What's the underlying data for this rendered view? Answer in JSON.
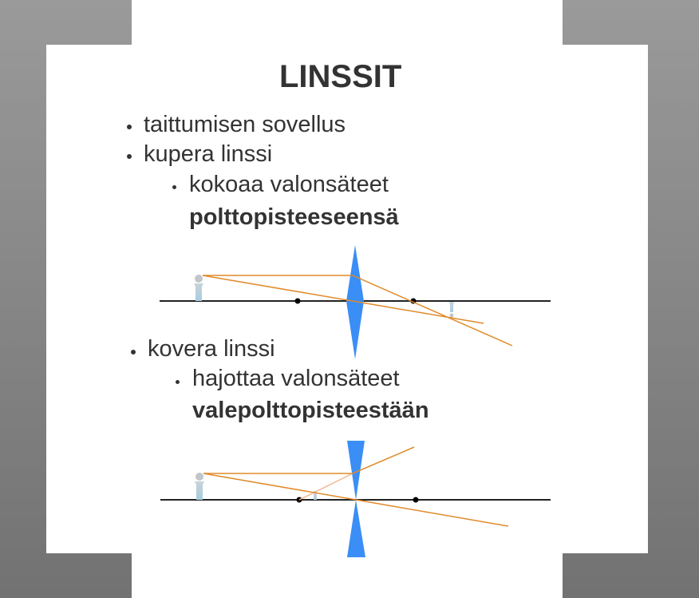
{
  "title": "LINSSIT",
  "bullets": {
    "b1": "taittumisen sovellus",
    "b2": "kupera linssi",
    "b2_sub": "kokoaa valonsäteet",
    "b2_sub_bold": "polttopisteeseensä",
    "b3": "kovera linssi",
    "b3_sub": "hajottaa valonsäteet",
    "b3_sub_bold": "valepolttopisteestään"
  },
  "colors": {
    "lens": "#3a8ef5",
    "ray": "#e08a2a",
    "axis": "#222222"
  }
}
